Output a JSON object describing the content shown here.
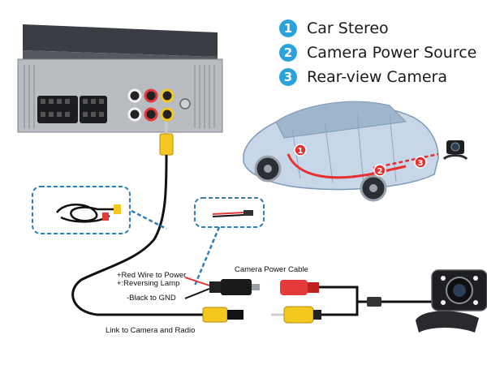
{
  "legend": [
    {
      "number": "1",
      "label": "Car Stereo"
    },
    {
      "number": "2",
      "label": "Camera Power Source"
    },
    {
      "number": "3",
      "label": "Rear-view Camera"
    }
  ],
  "car_markers": [
    "1",
    "2",
    "3"
  ],
  "labels": {
    "red_wire": "+Red Wire to Power",
    "reversing_lamp": "+:Reversing Lamp",
    "black_gnd": "-Black to GND",
    "camera_power_cable": "Camera Power Cable",
    "link_camera_radio": "Link to Camera and Radio"
  },
  "colors": {
    "accent": "#2aa2dc",
    "callout_border": "#2e7fb0",
    "rca_yellow": "#f4c81e",
    "power_red": "#e43a3a",
    "car_route": "#e83030"
  }
}
